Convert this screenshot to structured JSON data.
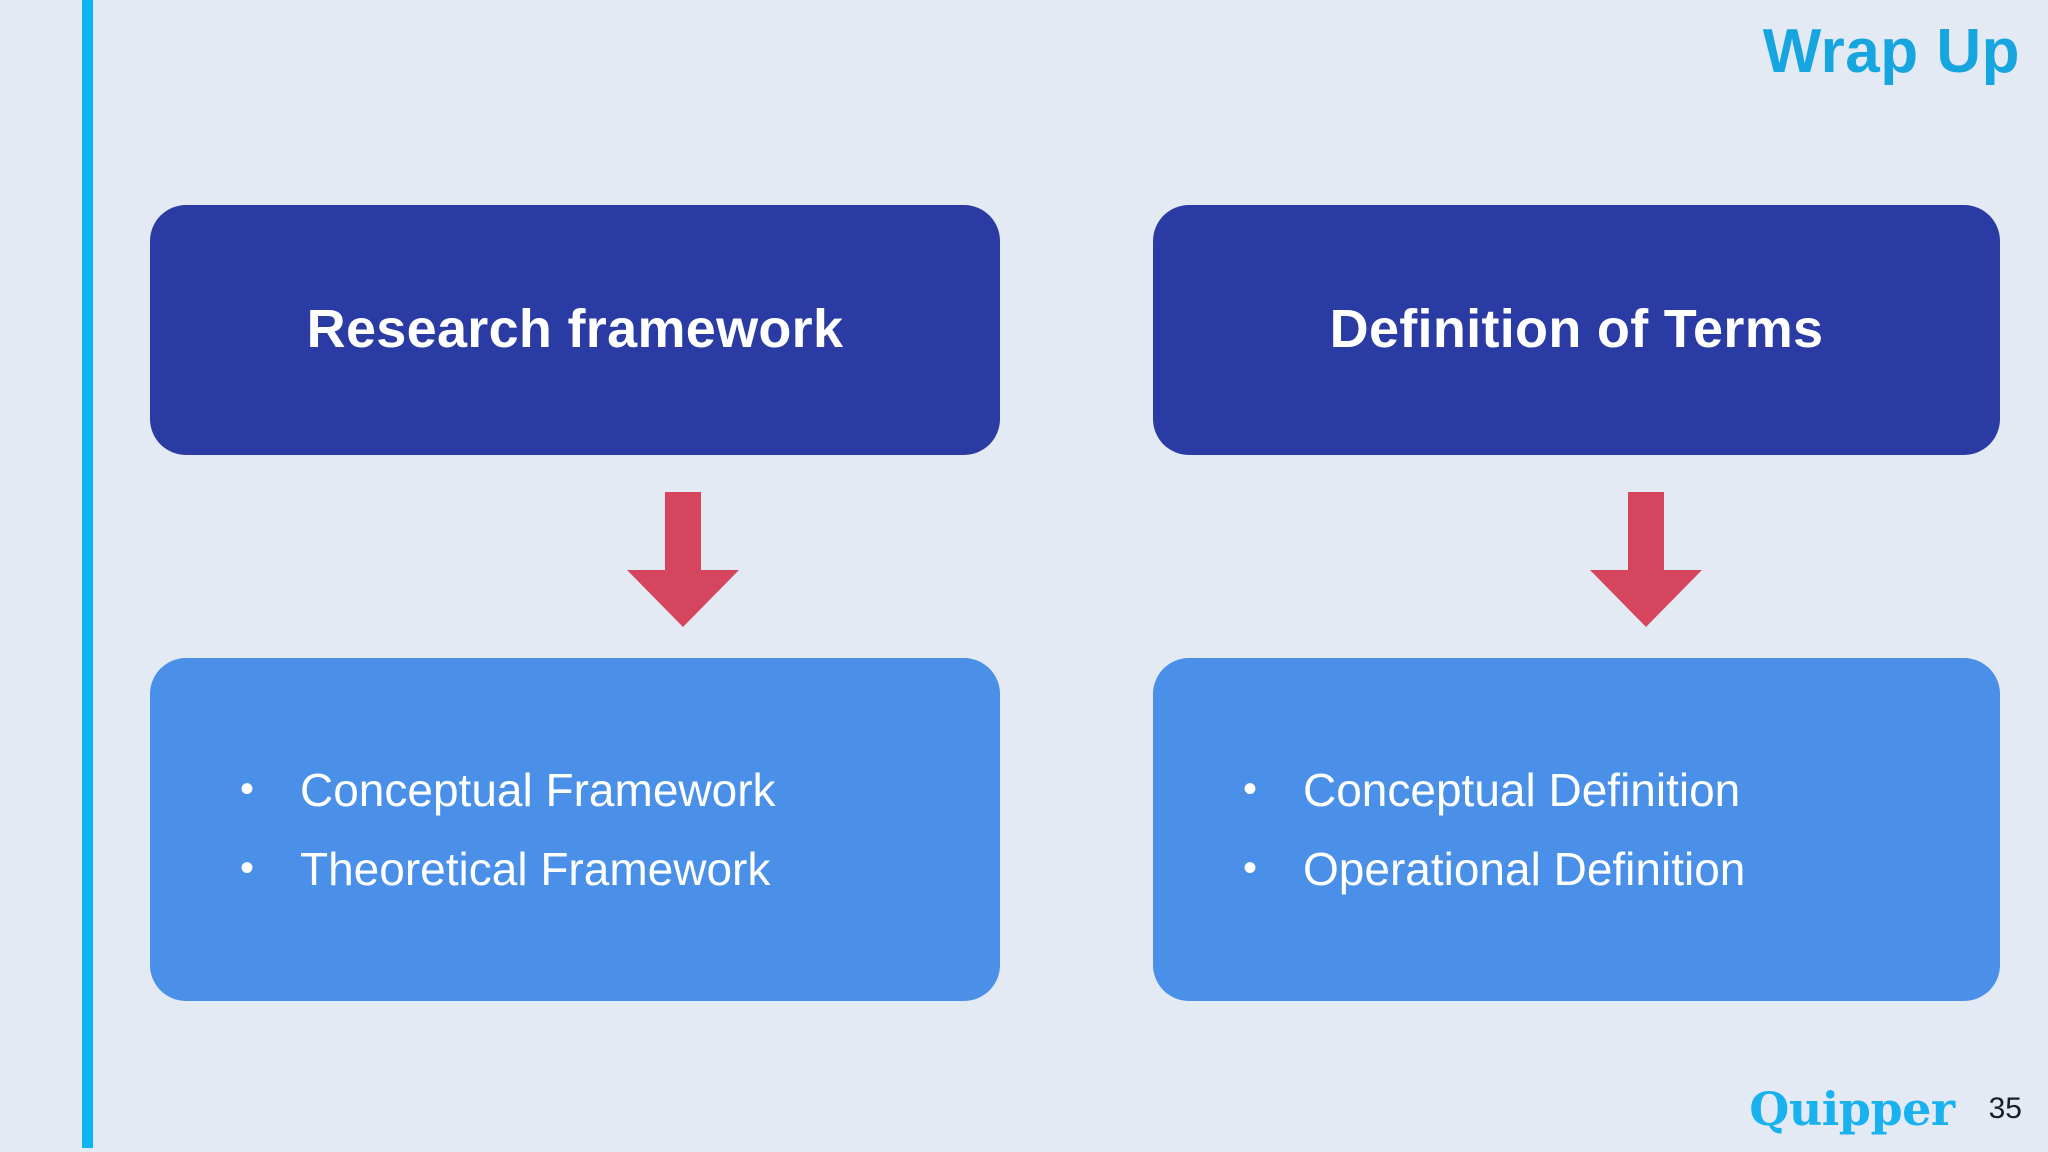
{
  "slide": {
    "title": "Wrap Up",
    "background_color": "#e3eaf4",
    "accent_bar_color": "#0fb4f2",
    "title_color": "#17a5e0"
  },
  "columns": [
    {
      "header": {
        "label": "Research framework",
        "bg_color": "#2a3ba3",
        "text_color": "#ffffff"
      },
      "arrow": {
        "icon": "down-arrow-icon",
        "color": "#d6455e"
      },
      "body": {
        "bg_color": "#4a90e8",
        "text_color": "#ffffff",
        "bullet_glyph": "•",
        "items": [
          "Conceptual Framework",
          "Theoretical Framework"
        ]
      }
    },
    {
      "header": {
        "label": "Definition of Terms",
        "bg_color": "#2a3ba3",
        "text_color": "#ffffff"
      },
      "arrow": {
        "icon": "down-arrow-icon",
        "color": "#d6455e"
      },
      "body": {
        "bg_color": "#4a90e8",
        "text_color": "#ffffff",
        "bullet_glyph": "•",
        "items": [
          "Conceptual Definition",
          "Operational Definition"
        ]
      }
    }
  ],
  "footer": {
    "brand": "Quipper",
    "brand_color": "#19b2ef",
    "page_number": "35"
  }
}
